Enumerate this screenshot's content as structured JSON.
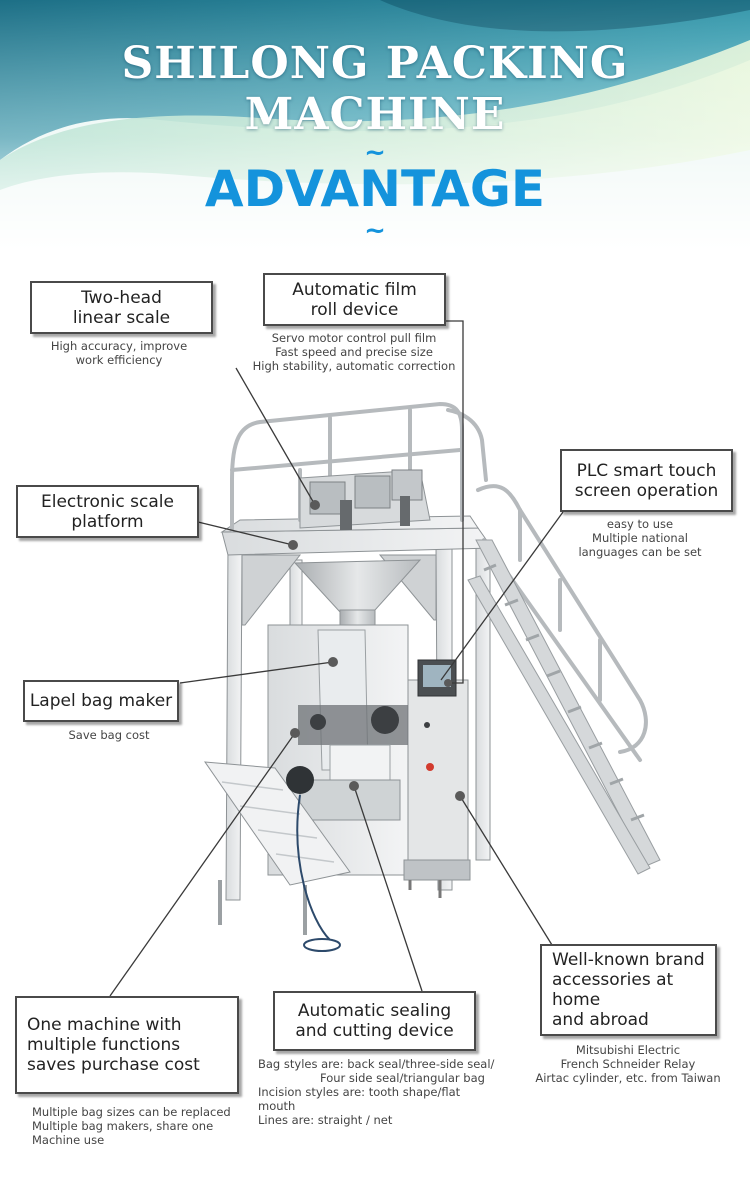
{
  "header": {
    "title": "SHILONG PACKING MACHINE",
    "section_title": "ADVANTAGE",
    "tilde_top": "~",
    "tilde_bottom": "~"
  },
  "features": {
    "two_head": {
      "title_lines": [
        "Two-head",
        "linear scale"
      ],
      "desc_lines": [
        "High accuracy, improve",
        "work efficiency"
      ]
    },
    "film_roll": {
      "title_lines": [
        "Automatic film",
        "roll device"
      ],
      "desc_lines": [
        "Servo motor control pull film",
        "Fast speed and precise size",
        "High stability, automatic correction"
      ]
    },
    "plc": {
      "title_lines": [
        "PLC smart touch",
        "screen operation"
      ],
      "desc_lines": [
        "easy to use",
        "Multiple national",
        "languages can be set"
      ]
    },
    "scale_platform": {
      "title_lines": [
        "Electronic scale",
        "platform"
      ]
    },
    "lapel": {
      "title_lines": [
        "Lapel bag maker"
      ],
      "desc_lines": [
        "Save bag cost"
      ]
    },
    "one_machine": {
      "title_lines": [
        "One machine with",
        "multiple functions",
        "saves purchase cost"
      ],
      "desc_lines": [
        "Multiple bag sizes can be replaced",
        "Multiple bag makers, share one",
        "Machine use"
      ]
    },
    "sealing": {
      "title_lines": [
        "Automatic sealing",
        "and cutting device"
      ],
      "desc_lines": [
        "Bag styles are: back seal/three-side seal/",
        "Four side seal/triangular bag",
        "Incision styles are: tooth shape/flat mouth",
        "Lines are: straight / net"
      ]
    },
    "brand": {
      "title_lines": [
        "Well-known brand",
        "accessories at home",
        "and abroad"
      ],
      "desc_lines": [
        "Mitsubishi Electric",
        "French Schneider Relay",
        "Airtac cylinder, etc. from Taiwan"
      ]
    }
  },
  "colors": {
    "accent": "#1493dc",
    "hero_teal": "#2f8fa3",
    "hero_green": "#b9e4c9",
    "border": "#4a4a4a",
    "machine_steel": "#c9ccce"
  }
}
